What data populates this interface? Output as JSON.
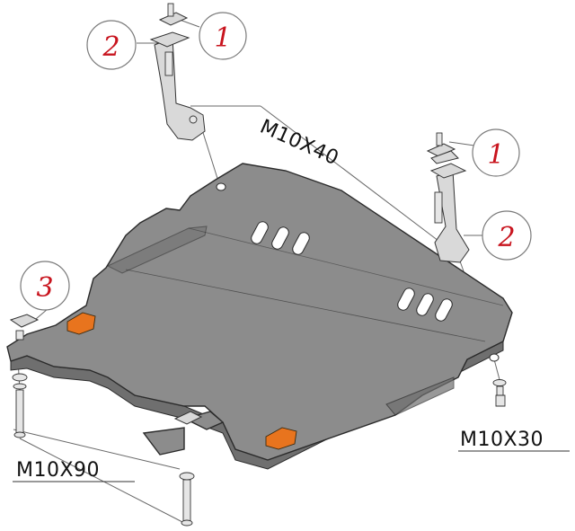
{
  "callouts": [
    {
      "id": "c1a",
      "number": "1"
    },
    {
      "id": "c2a",
      "number": "2"
    },
    {
      "id": "c1b",
      "number": "1"
    },
    {
      "id": "c2b",
      "number": "2"
    },
    {
      "id": "c3",
      "number": "3"
    }
  ],
  "labels": {
    "bolt_top": "M10X40",
    "bolt_right": "M10X30",
    "bolt_left": "M10X90"
  },
  "colors": {
    "plate": "#8c8c8c",
    "callout_text": "#c8141e",
    "pad": "#e8741e"
  }
}
